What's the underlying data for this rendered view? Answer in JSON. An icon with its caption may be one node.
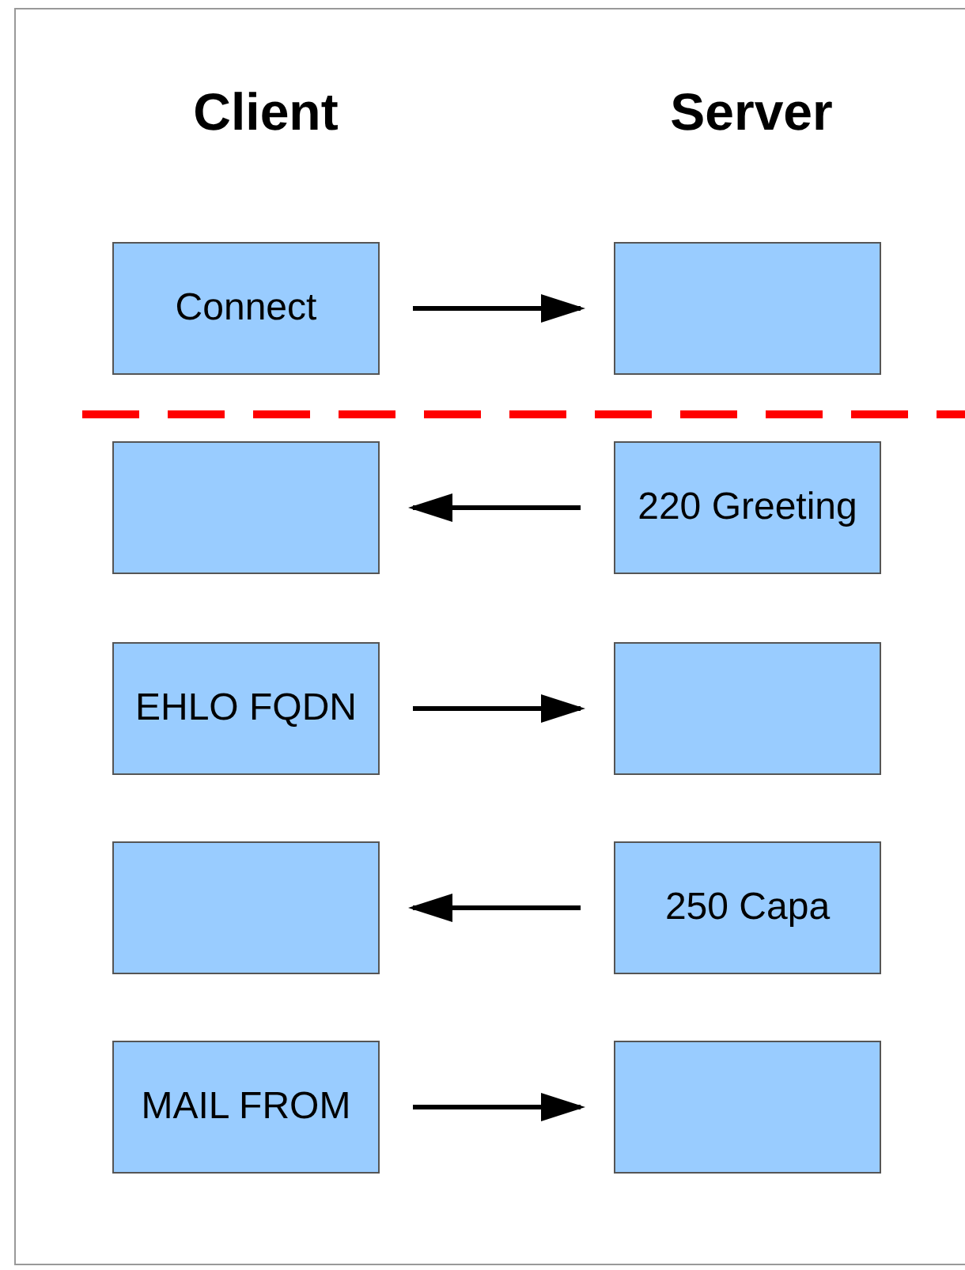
{
  "diagram": {
    "nodes": [
      {
        "text": [
          "Connect"
        ]
      },
      {
        "text": [],
        "shape": "box"
      },
      {
        "text": [],
        "shape": "box"
      },
      {
        "text": [
          "220 Greeting"
        ]
      },
      {
        "text": [
          "EHLO FQDN"
        ]
      },
      {
        "text": [],
        "shape": "box"
      },
      {
        "text": [],
        "shape": "box"
      },
      {
        "text": [
          "250 Capa"
        ]
      },
      {
        "text": [
          "MAIL FROM"
        ]
      },
      {
        "text": [],
        "shape": "box"
      }
    ],
    "edges": [
      {
        "from": 0,
        "to": 1,
        "arrow": "to"
      },
      {
        "from": 3,
        "to": 2,
        "arrow": "to"
      },
      {
        "from": 4,
        "to": 5,
        "arrow": "to"
      },
      {
        "from": 7,
        "to": 6,
        "arrow": "to"
      },
      {
        "from": 8,
        "to": 9,
        "arrow": "to"
      }
    ],
    "labels": [
      "Client",
      "Server"
    ]
  }
}
